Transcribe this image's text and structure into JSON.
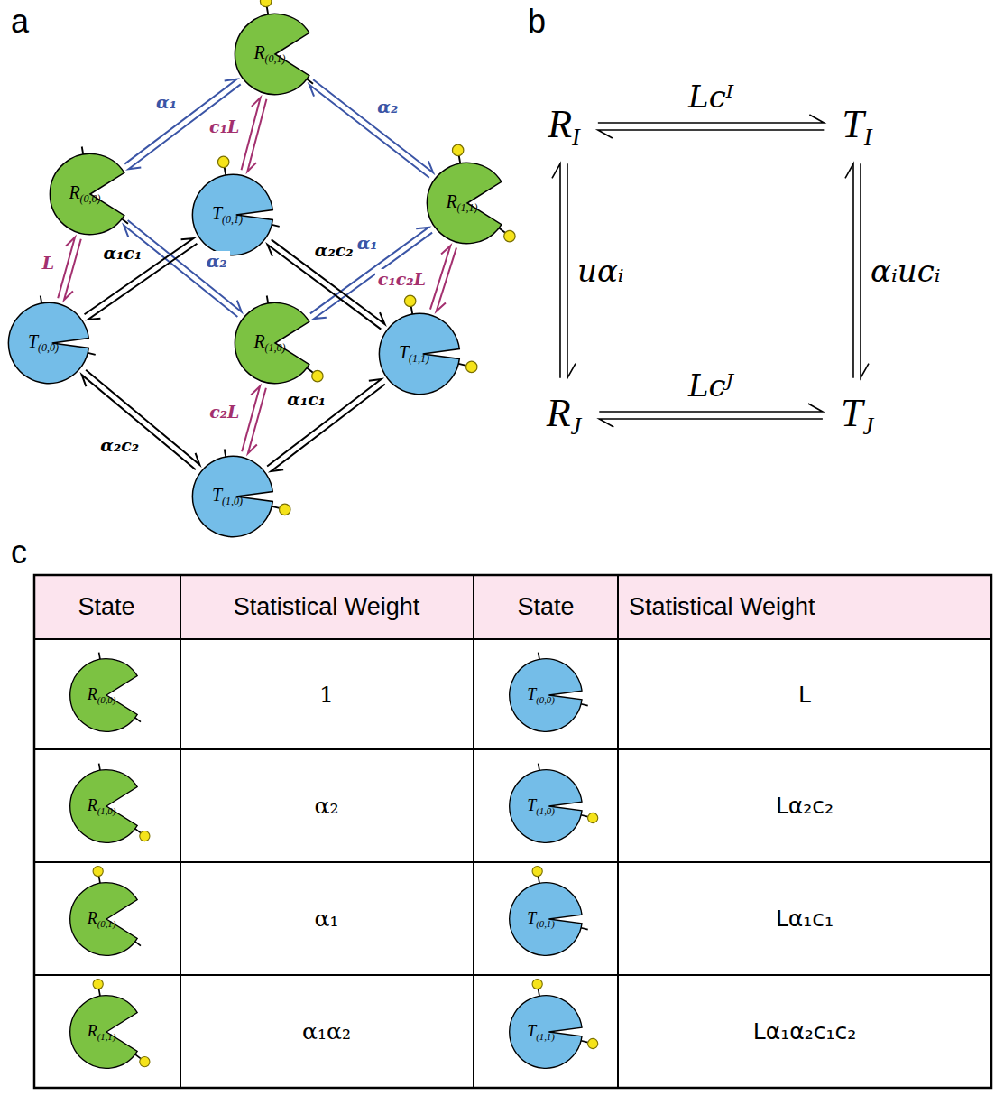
{
  "diagram": {
    "nodes": [
      {
        "text": [
          "R(0,1)"
        ]
      },
      {
        "text": [
          "R(0,0)"
        ]
      },
      {
        "text": [
          "T(0,1)"
        ]
      },
      {
        "text": [
          "R(1,1)"
        ]
      },
      {
        "text": [
          "T(0,0)"
        ]
      },
      {
        "text": [
          "R(1,0)"
        ]
      },
      {
        "text": [
          "T(1,1)"
        ]
      },
      {
        "text": [
          "T(1,0)"
        ]
      },
      {
        "text": [
          "RI"
        ]
      },
      {
        "text": [
          "TI"
        ]
      },
      {
        "text": [
          "RJ"
        ]
      },
      {
        "text": [
          "TJ"
        ]
      },
      {
        "text": [
          "R(0,0)"
        ]
      },
      {
        "text": [
          "T(0,0)"
        ]
      },
      {
        "text": [
          "R(1,0)"
        ]
      },
      {
        "text": [
          "T(1,0)"
        ]
      },
      {
        "text": [
          "R(0,1)"
        ]
      },
      {
        "text": [
          "T(0,1)"
        ]
      },
      {
        "text": [
          "R(1,1)"
        ]
      },
      {
        "text": [
          "T(1,1)"
        ]
      }
    ],
    "edges": [
      {
        "from": 1,
        "to": 0,
        "arrow": "both",
        "label": "α₁"
      },
      {
        "from": 0,
        "to": 3,
        "arrow": "both",
        "label": "α₂"
      },
      {
        "from": 1,
        "to": 5,
        "arrow": "both",
        "label": "α₂"
      },
      {
        "from": 5,
        "to": 3,
        "arrow": "both",
        "label": "α₁"
      },
      {
        "from": 1,
        "to": 4,
        "arrow": "both",
        "label": "L"
      },
      {
        "from": 0,
        "to": 2,
        "arrow": "both",
        "label": "c₁L"
      },
      {
        "from": 3,
        "to": 6,
        "arrow": "both",
        "label": "c₁c₂L"
      },
      {
        "from": 5,
        "to": 7,
        "arrow": "both",
        "label": "c₂L"
      },
      {
        "from": 4,
        "to": 2,
        "arrow": "both",
        "label": "α₁c₁"
      },
      {
        "from": 2,
        "to": 6,
        "arrow": "both",
        "label": "α₂c₂"
      },
      {
        "from": 4,
        "to": 7,
        "arrow": "both",
        "label": "α₂c₂"
      },
      {
        "from": 7,
        "to": 6,
        "arrow": "both",
        "label": "α₁c₁"
      },
      {
        "from": 8,
        "to": 9,
        "arrow": "both",
        "label": "Lcᴵ"
      },
      {
        "from": 8,
        "to": 10,
        "arrow": "both",
        "label": "uαᵢ"
      },
      {
        "from": 9,
        "to": 11,
        "arrow": "both",
        "label": "αᵢucᵢ"
      },
      {
        "from": 10,
        "to": 11,
        "arrow": "both",
        "label": "Lcᴶ"
      }
    ],
    "labels": [
      "a",
      "b",
      "c",
      "State",
      "Statistical Weight",
      "State",
      "Statistical Weight",
      "1",
      "L",
      "α₂",
      "Lα₂c₂",
      "α₁",
      "Lα₁c₁",
      "α₁α₂",
      "Lα₁α₂c₁c₂"
    ]
  }
}
